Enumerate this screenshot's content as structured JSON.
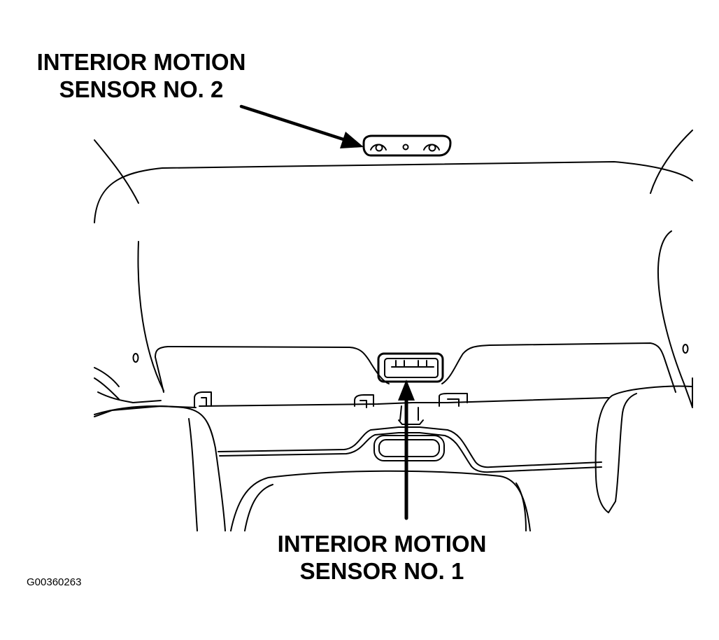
{
  "labels": {
    "sensor2_line1": "INTERIOR MOTION",
    "sensor2_line2": "SENSOR NO. 2",
    "sensor1_line1": "INTERIOR MOTION",
    "sensor1_line2": "SENSOR NO. 1"
  },
  "figure_code": "G00360263",
  "colors": {
    "line": "#000000",
    "background": "#ffffff"
  }
}
